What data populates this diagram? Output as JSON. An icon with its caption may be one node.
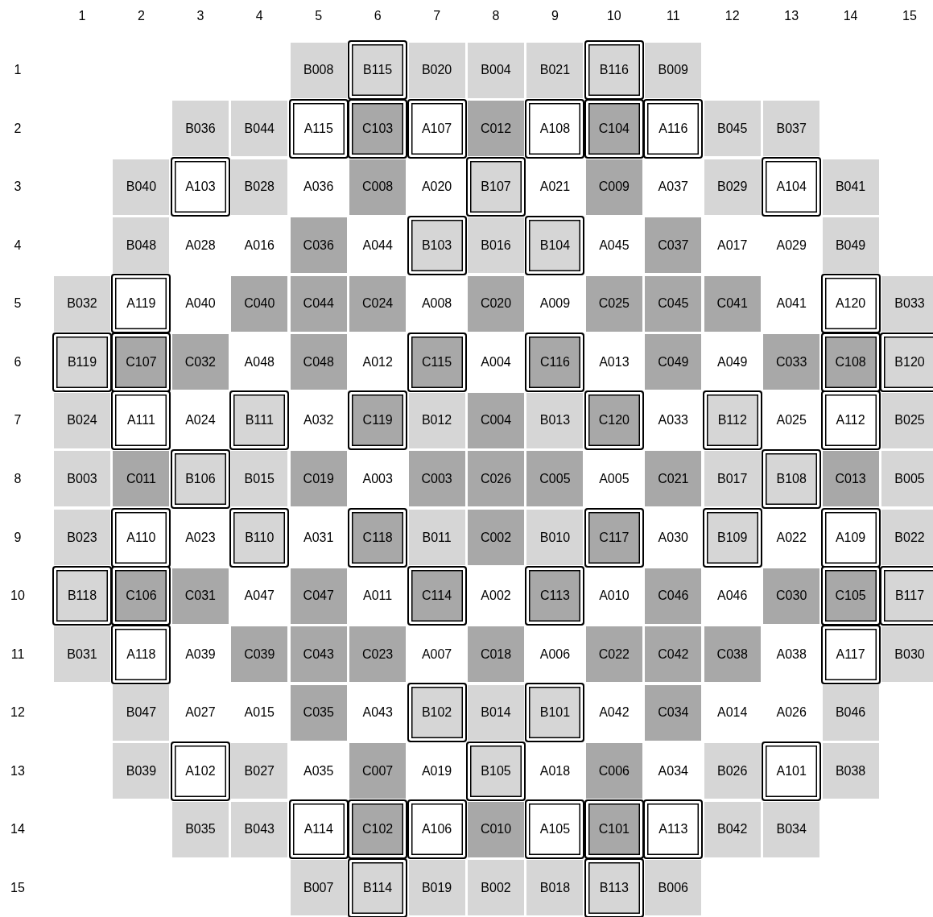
{
  "diagram": {
    "nodes": [
      {
        "text": [
          "B008"
        ]
      },
      {
        "text": [
          "B115"
        ]
      },
      {
        "text": [
          "B020"
        ]
      },
      {
        "text": [
          "B004"
        ]
      },
      {
        "text": [
          "B021"
        ]
      },
      {
        "text": [
          "B116"
        ]
      },
      {
        "text": [
          "B009"
        ]
      },
      {
        "text": [
          "B036"
        ]
      },
      {
        "text": [
          "B044"
        ]
      },
      {
        "text": [
          "A115"
        ]
      },
      {
        "text": [
          "C103"
        ]
      },
      {
        "text": [
          "A107"
        ]
      },
      {
        "text": [
          "C012"
        ]
      },
      {
        "text": [
          "A108"
        ]
      },
      {
        "text": [
          "C104"
        ]
      },
      {
        "text": [
          "A116"
        ]
      },
      {
        "text": [
          "B045"
        ]
      },
      {
        "text": [
          "B037"
        ]
      },
      {
        "text": [
          "B040"
        ]
      },
      {
        "text": [
          "A103"
        ]
      },
      {
        "text": [
          "B028"
        ]
      },
      {
        "text": [
          "A036"
        ]
      },
      {
        "text": [
          "C008"
        ]
      },
      {
        "text": [
          "A020"
        ]
      },
      {
        "text": [
          "B107"
        ]
      },
      {
        "text": [
          "A021"
        ]
      },
      {
        "text": [
          "C009"
        ]
      },
      {
        "text": [
          "A037"
        ]
      },
      {
        "text": [
          "B029"
        ]
      },
      {
        "text": [
          "A104"
        ]
      },
      {
        "text": [
          "B041"
        ]
      },
      {
        "text": [
          "B048"
        ]
      },
      {
        "text": [
          "A028"
        ]
      },
      {
        "text": [
          "A016"
        ]
      },
      {
        "text": [
          "C036"
        ]
      },
      {
        "text": [
          "A044"
        ]
      },
      {
        "text": [
          "B103"
        ]
      },
      {
        "text": [
          "B016"
        ]
      },
      {
        "text": [
          "B104"
        ]
      },
      {
        "text": [
          "A045"
        ]
      },
      {
        "text": [
          "C037"
        ]
      },
      {
        "text": [
          "A017"
        ]
      },
      {
        "text": [
          "A029"
        ]
      },
      {
        "text": [
          "B049"
        ]
      },
      {
        "text": [
          "B032"
        ]
      },
      {
        "text": [
          "A119"
        ]
      },
      {
        "text": [
          "A040"
        ]
      },
      {
        "text": [
          "C040"
        ]
      },
      {
        "text": [
          "C044"
        ]
      },
      {
        "text": [
          "C024"
        ]
      },
      {
        "text": [
          "A008"
        ]
      },
      {
        "text": [
          "C020"
        ]
      },
      {
        "text": [
          "A009"
        ]
      },
      {
        "text": [
          "C025"
        ]
      },
      {
        "text": [
          "C045"
        ]
      },
      {
        "text": [
          "C041"
        ]
      },
      {
        "text": [
          "A041"
        ]
      },
      {
        "text": [
          "A120"
        ]
      },
      {
        "text": [
          "B033"
        ]
      },
      {
        "text": [
          "B119"
        ]
      },
      {
        "text": [
          "C107"
        ]
      },
      {
        "text": [
          "C032"
        ]
      },
      {
        "text": [
          "A048"
        ]
      },
      {
        "text": [
          "C048"
        ]
      },
      {
        "text": [
          "A012"
        ]
      },
      {
        "text": [
          "C115"
        ]
      },
      {
        "text": [
          "A004"
        ]
      },
      {
        "text": [
          "C116"
        ]
      },
      {
        "text": [
          "A013"
        ]
      },
      {
        "text": [
          "C049"
        ]
      },
      {
        "text": [
          "A049"
        ]
      },
      {
        "text": [
          "C033"
        ]
      },
      {
        "text": [
          "C108"
        ]
      },
      {
        "text": [
          "B120"
        ]
      },
      {
        "text": [
          "B024"
        ]
      },
      {
        "text": [
          "A111"
        ]
      },
      {
        "text": [
          "A024"
        ]
      },
      {
        "text": [
          "B111"
        ]
      },
      {
        "text": [
          "A032"
        ]
      },
      {
        "text": [
          "C119"
        ]
      },
      {
        "text": [
          "B012"
        ]
      },
      {
        "text": [
          "C004"
        ]
      },
      {
        "text": [
          "B013"
        ]
      },
      {
        "text": [
          "C120"
        ]
      },
      {
        "text": [
          "A033"
        ]
      },
      {
        "text": [
          "B112"
        ]
      },
      {
        "text": [
          "A025"
        ]
      },
      {
        "text": [
          "A112"
        ]
      },
      {
        "text": [
          "B025"
        ]
      },
      {
        "text": [
          "B003"
        ]
      },
      {
        "text": [
          "C011"
        ]
      },
      {
        "text": [
          "B106"
        ]
      },
      {
        "text": [
          "B015"
        ]
      },
      {
        "text": [
          "C019"
        ]
      },
      {
        "text": [
          "A003"
        ]
      },
      {
        "text": [
          "C003"
        ]
      },
      {
        "text": [
          "C026"
        ]
      },
      {
        "text": [
          "C005"
        ]
      },
      {
        "text": [
          "A005"
        ]
      },
      {
        "text": [
          "C021"
        ]
      },
      {
        "text": [
          "B017"
        ]
      },
      {
        "text": [
          "B108"
        ]
      },
      {
        "text": [
          "C013"
        ]
      },
      {
        "text": [
          "B005"
        ]
      },
      {
        "text": [
          "B023"
        ]
      },
      {
        "text": [
          "A110"
        ]
      },
      {
        "text": [
          "A023"
        ]
      },
      {
        "text": [
          "B110"
        ]
      },
      {
        "text": [
          "A031"
        ]
      },
      {
        "text": [
          "C118"
        ]
      },
      {
        "text": [
          "B011"
        ]
      },
      {
        "text": [
          "C002"
        ]
      },
      {
        "text": [
          "B010"
        ]
      },
      {
        "text": [
          "C117"
        ]
      },
      {
        "text": [
          "A030"
        ]
      },
      {
        "text": [
          "B109"
        ]
      },
      {
        "text": [
          "A022"
        ]
      },
      {
        "text": [
          "A109"
        ]
      },
      {
        "text": [
          "B022"
        ]
      },
      {
        "text": [
          "B118"
        ]
      },
      {
        "text": [
          "C106"
        ]
      },
      {
        "text": [
          "C031"
        ]
      },
      {
        "text": [
          "A047"
        ]
      },
      {
        "text": [
          "C047"
        ]
      },
      {
        "text": [
          "A011"
        ]
      },
      {
        "text": [
          "C114"
        ]
      },
      {
        "text": [
          "A002"
        ]
      },
      {
        "text": [
          "C113"
        ]
      },
      {
        "text": [
          "A010"
        ]
      },
      {
        "text": [
          "C046"
        ]
      },
      {
        "text": [
          "A046"
        ]
      },
      {
        "text": [
          "C030"
        ]
      },
      {
        "text": [
          "C105"
        ]
      },
      {
        "text": [
          "B117"
        ]
      },
      {
        "text": [
          "B031"
        ]
      },
      {
        "text": [
          "A118"
        ]
      },
      {
        "text": [
          "A039"
        ]
      },
      {
        "text": [
          "C039"
        ]
      },
      {
        "text": [
          "C043"
        ]
      },
      {
        "text": [
          "C023"
        ]
      },
      {
        "text": [
          "A007"
        ]
      },
      {
        "text": [
          "C018"
        ]
      },
      {
        "text": [
          "A006"
        ]
      },
      {
        "text": [
          "C022"
        ]
      },
      {
        "text": [
          "C042"
        ]
      },
      {
        "text": [
          "C038"
        ]
      },
      {
        "text": [
          "A038"
        ]
      },
      {
        "text": [
          "A117"
        ]
      },
      {
        "text": [
          "B030"
        ]
      },
      {
        "text": [
          "B047"
        ]
      },
      {
        "text": [
          "A027"
        ]
      },
      {
        "text": [
          "A015"
        ]
      },
      {
        "text": [
          "C035"
        ]
      },
      {
        "text": [
          "A043"
        ]
      },
      {
        "text": [
          "B102"
        ]
      },
      {
        "text": [
          "B014"
        ]
      },
      {
        "text": [
          "B101"
        ]
      },
      {
        "text": [
          "A042"
        ]
      },
      {
        "text": [
          "C034"
        ]
      },
      {
        "text": [
          "A014"
        ]
      },
      {
        "text": [
          "A026"
        ]
      },
      {
        "text": [
          "B046"
        ]
      },
      {
        "text": [
          "B039"
        ]
      },
      {
        "text": [
          "A102"
        ]
      },
      {
        "text": [
          "B027"
        ]
      },
      {
        "text": [
          "A035"
        ]
      },
      {
        "text": [
          "C007"
        ]
      },
      {
        "text": [
          "A019"
        ]
      },
      {
        "text": [
          "B105"
        ]
      },
      {
        "text": [
          "A018"
        ]
      },
      {
        "text": [
          "C006"
        ]
      },
      {
        "text": [
          "A034"
        ]
      },
      {
        "text": [
          "B026"
        ]
      },
      {
        "text": [
          "A101"
        ]
      },
      {
        "text": [
          "B038"
        ]
      },
      {
        "text": [
          "B035"
        ]
      },
      {
        "text": [
          "B043"
        ]
      },
      {
        "text": [
          "A114"
        ]
      },
      {
        "text": [
          "C102"
        ]
      },
      {
        "text": [
          "A106"
        ]
      },
      {
        "text": [
          "C010"
        ]
      },
      {
        "text": [
          "A105"
        ]
      },
      {
        "text": [
          "C101"
        ]
      },
      {
        "text": [
          "A113"
        ]
      },
      {
        "text": [
          "B042"
        ]
      },
      {
        "text": [
          "B034"
        ]
      },
      {
        "text": [
          "B007"
        ]
      },
      {
        "text": [
          "B114"
        ]
      },
      {
        "text": [
          "B019"
        ]
      },
      {
        "text": [
          "B002"
        ]
      },
      {
        "text": [
          "B018"
        ]
      },
      {
        "text": [
          "B113"
        ]
      },
      {
        "text": [
          "B006"
        ]
      }
    ],
    "labels": [
      "1",
      "2",
      "3",
      "4",
      "5",
      "6",
      "7",
      "8",
      "9",
      "10",
      "11",
      "12",
      "13",
      "14",
      "15",
      "1",
      "2",
      "3",
      "4",
      "5",
      "6",
      "7",
      "8",
      "9",
      "10",
      "11",
      "12",
      "13",
      "14",
      "15"
    ]
  }
}
